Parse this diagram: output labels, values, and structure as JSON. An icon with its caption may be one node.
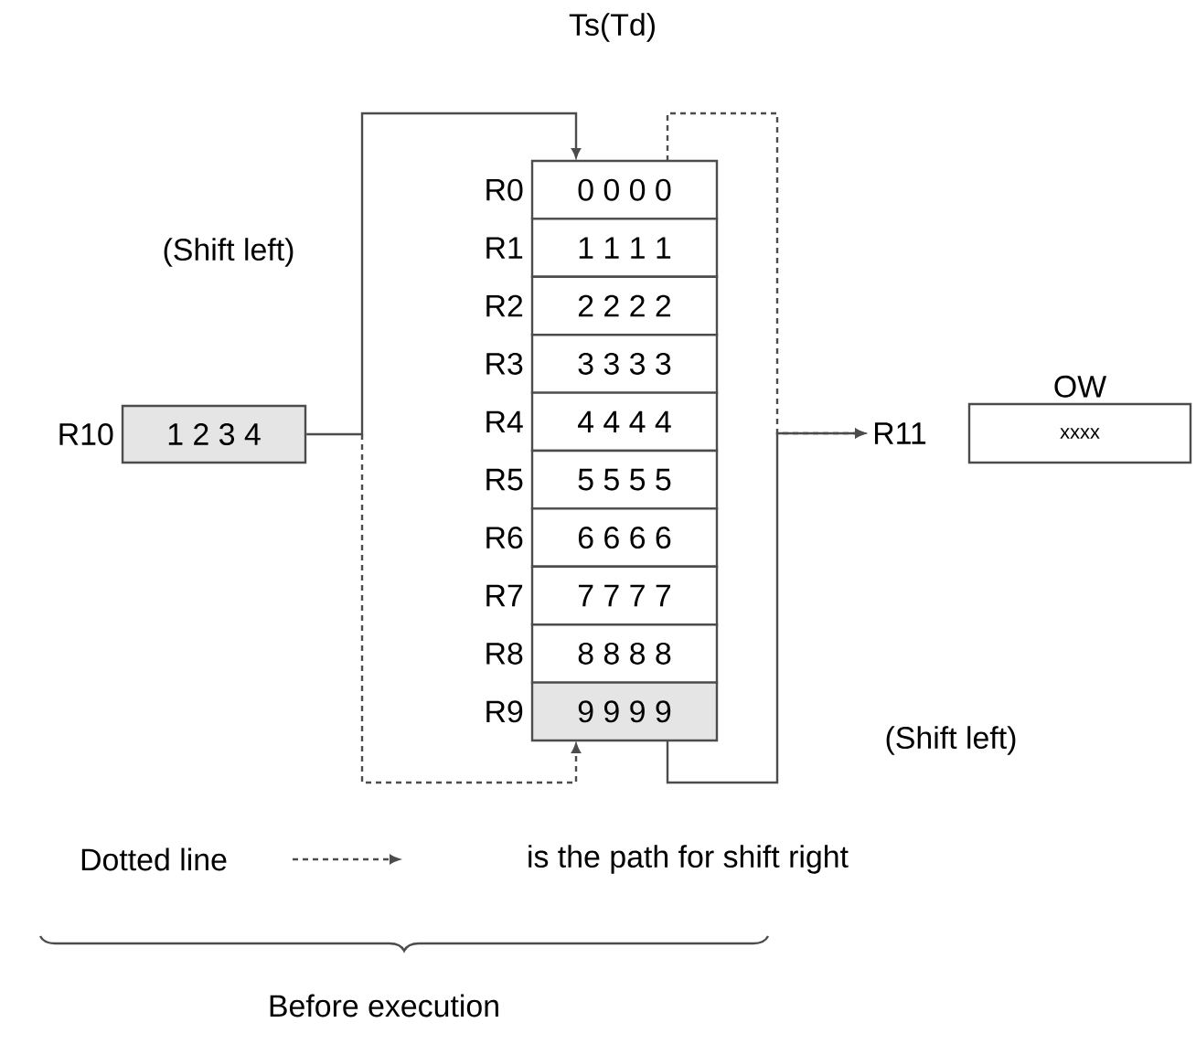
{
  "diagram": {
    "nodes": [
      {
        "text": [
          "1 2 3 4"
        ],
        "beside": [
          "R10"
        ]
      },
      {
        "text": [
          "0 0 0 0"
        ],
        "beside": [
          "R0"
        ]
      },
      {
        "text": [
          "1 1 1 1"
        ],
        "beside": [
          "R1"
        ]
      },
      {
        "text": [
          "2 2 2 2"
        ],
        "beside": [
          "R2"
        ]
      },
      {
        "text": [
          "3 3 3 3"
        ],
        "beside": [
          "R3"
        ]
      },
      {
        "text": [
          "4 4 4 4"
        ],
        "beside": [
          "R4"
        ]
      },
      {
        "text": [
          "5 5 5 5"
        ],
        "beside": [
          "R5"
        ]
      },
      {
        "text": [
          "6 6 6 6"
        ],
        "beside": [
          "R6"
        ]
      },
      {
        "text": [
          "7 7 7 7"
        ],
        "beside": [
          "R7"
        ]
      },
      {
        "text": [
          "8 8 8 8"
        ],
        "beside": [
          "R8"
        ]
      },
      {
        "text": [
          "9 9 9 9"
        ],
        "beside": [
          "R9"
        ]
      },
      {
        "text": [
          "R11"
        ]
      },
      {
        "text": [
          "OW",
          "xxxx"
        ]
      }
    ],
    "edges": [
      {
        "from": 0,
        "to": 1,
        "arrow": "to"
      },
      {
        "from": 1,
        "to": 11,
        "arrow": "to",
        "style": "dashed"
      },
      {
        "from": 10,
        "to": 11,
        "arrow": "to"
      },
      {
        "from": 0,
        "to": 10,
        "arrow": "to",
        "style": "dashed"
      }
    ],
    "labels": [
      "Ts(Td)",
      "(Shift left)",
      "(Shift left)",
      "Dotted line",
      "is the path for shift right",
      "Before execution"
    ]
  }
}
